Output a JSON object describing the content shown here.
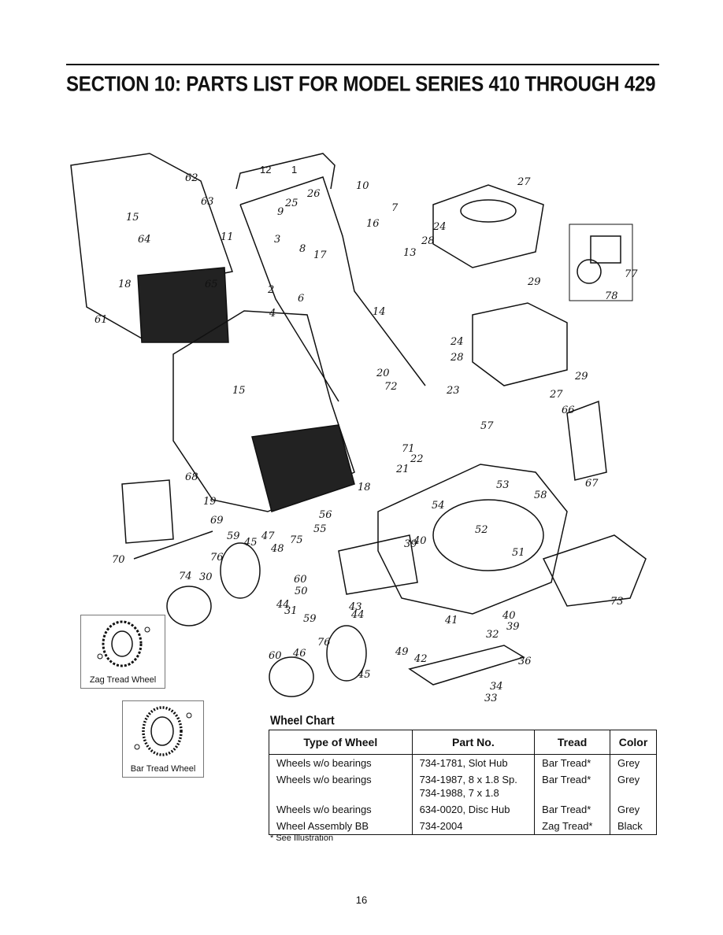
{
  "header": {
    "title": "SECTION 10:  PARTS LIST FOR MODEL SERIES 410 THROUGH 429"
  },
  "diagram": {
    "callouts": [
      "1",
      "12",
      "62",
      "63",
      "15",
      "64",
      "65",
      "18",
      "61",
      "10",
      "25",
      "26",
      "9",
      "7",
      "16",
      "11",
      "3",
      "8",
      "17",
      "13",
      "2",
      "6",
      "4",
      "14",
      "27",
      "24",
      "28",
      "29",
      "77",
      "78",
      "20",
      "72",
      "23",
      "24",
      "28",
      "29",
      "27",
      "66",
      "57",
      "71",
      "22",
      "21",
      "67",
      "15",
      "68",
      "19",
      "18",
      "56",
      "53",
      "58",
      "69",
      "55",
      "54",
      "52",
      "70",
      "59",
      "45",
      "47",
      "48",
      "75",
      "39",
      "40",
      "51",
      "76",
      "74",
      "30",
      "60",
      "50",
      "44",
      "73",
      "31",
      "43",
      "44",
      "59",
      "41",
      "40",
      "39",
      "32",
      "76",
      "60",
      "46",
      "49",
      "42",
      "45",
      "36",
      "34",
      "33"
    ],
    "inset_engine_labels": [
      "77",
      "78"
    ]
  },
  "insets": {
    "zag": {
      "label": "Zag Tread Wheel"
    },
    "bar": {
      "label": "Bar Tread Wheel"
    }
  },
  "wheel_chart": {
    "title": "Wheel Chart",
    "headers": [
      "Type of Wheel",
      "Part No.",
      "Tread",
      "Color"
    ],
    "rows": [
      {
        "type": "Wheels w/o bearings",
        "part_line1": "734-1781, Slot Hub",
        "part_line2": "",
        "tread": "Bar Tread*",
        "color": "Grey"
      },
      {
        "type": "Wheels w/o bearings",
        "part_line1": "734-1987, 8 x 1.8 Sp.",
        "part_line2": "734-1988, 7 x 1.8",
        "tread": "Bar Tread*",
        "color": "Grey"
      },
      {
        "type": "Wheels w/o bearings",
        "part_line1": "634-0020, Disc Hub",
        "part_line2": "",
        "tread": "Bar Tread*",
        "color": "Grey"
      },
      {
        "type": "Wheel Assembly BB",
        "part_line1": "734-2004",
        "part_line2": "",
        "tread": "Zag Tread*",
        "color": "Black"
      }
    ],
    "footnote": "* See Illustration"
  },
  "page_number": "16"
}
